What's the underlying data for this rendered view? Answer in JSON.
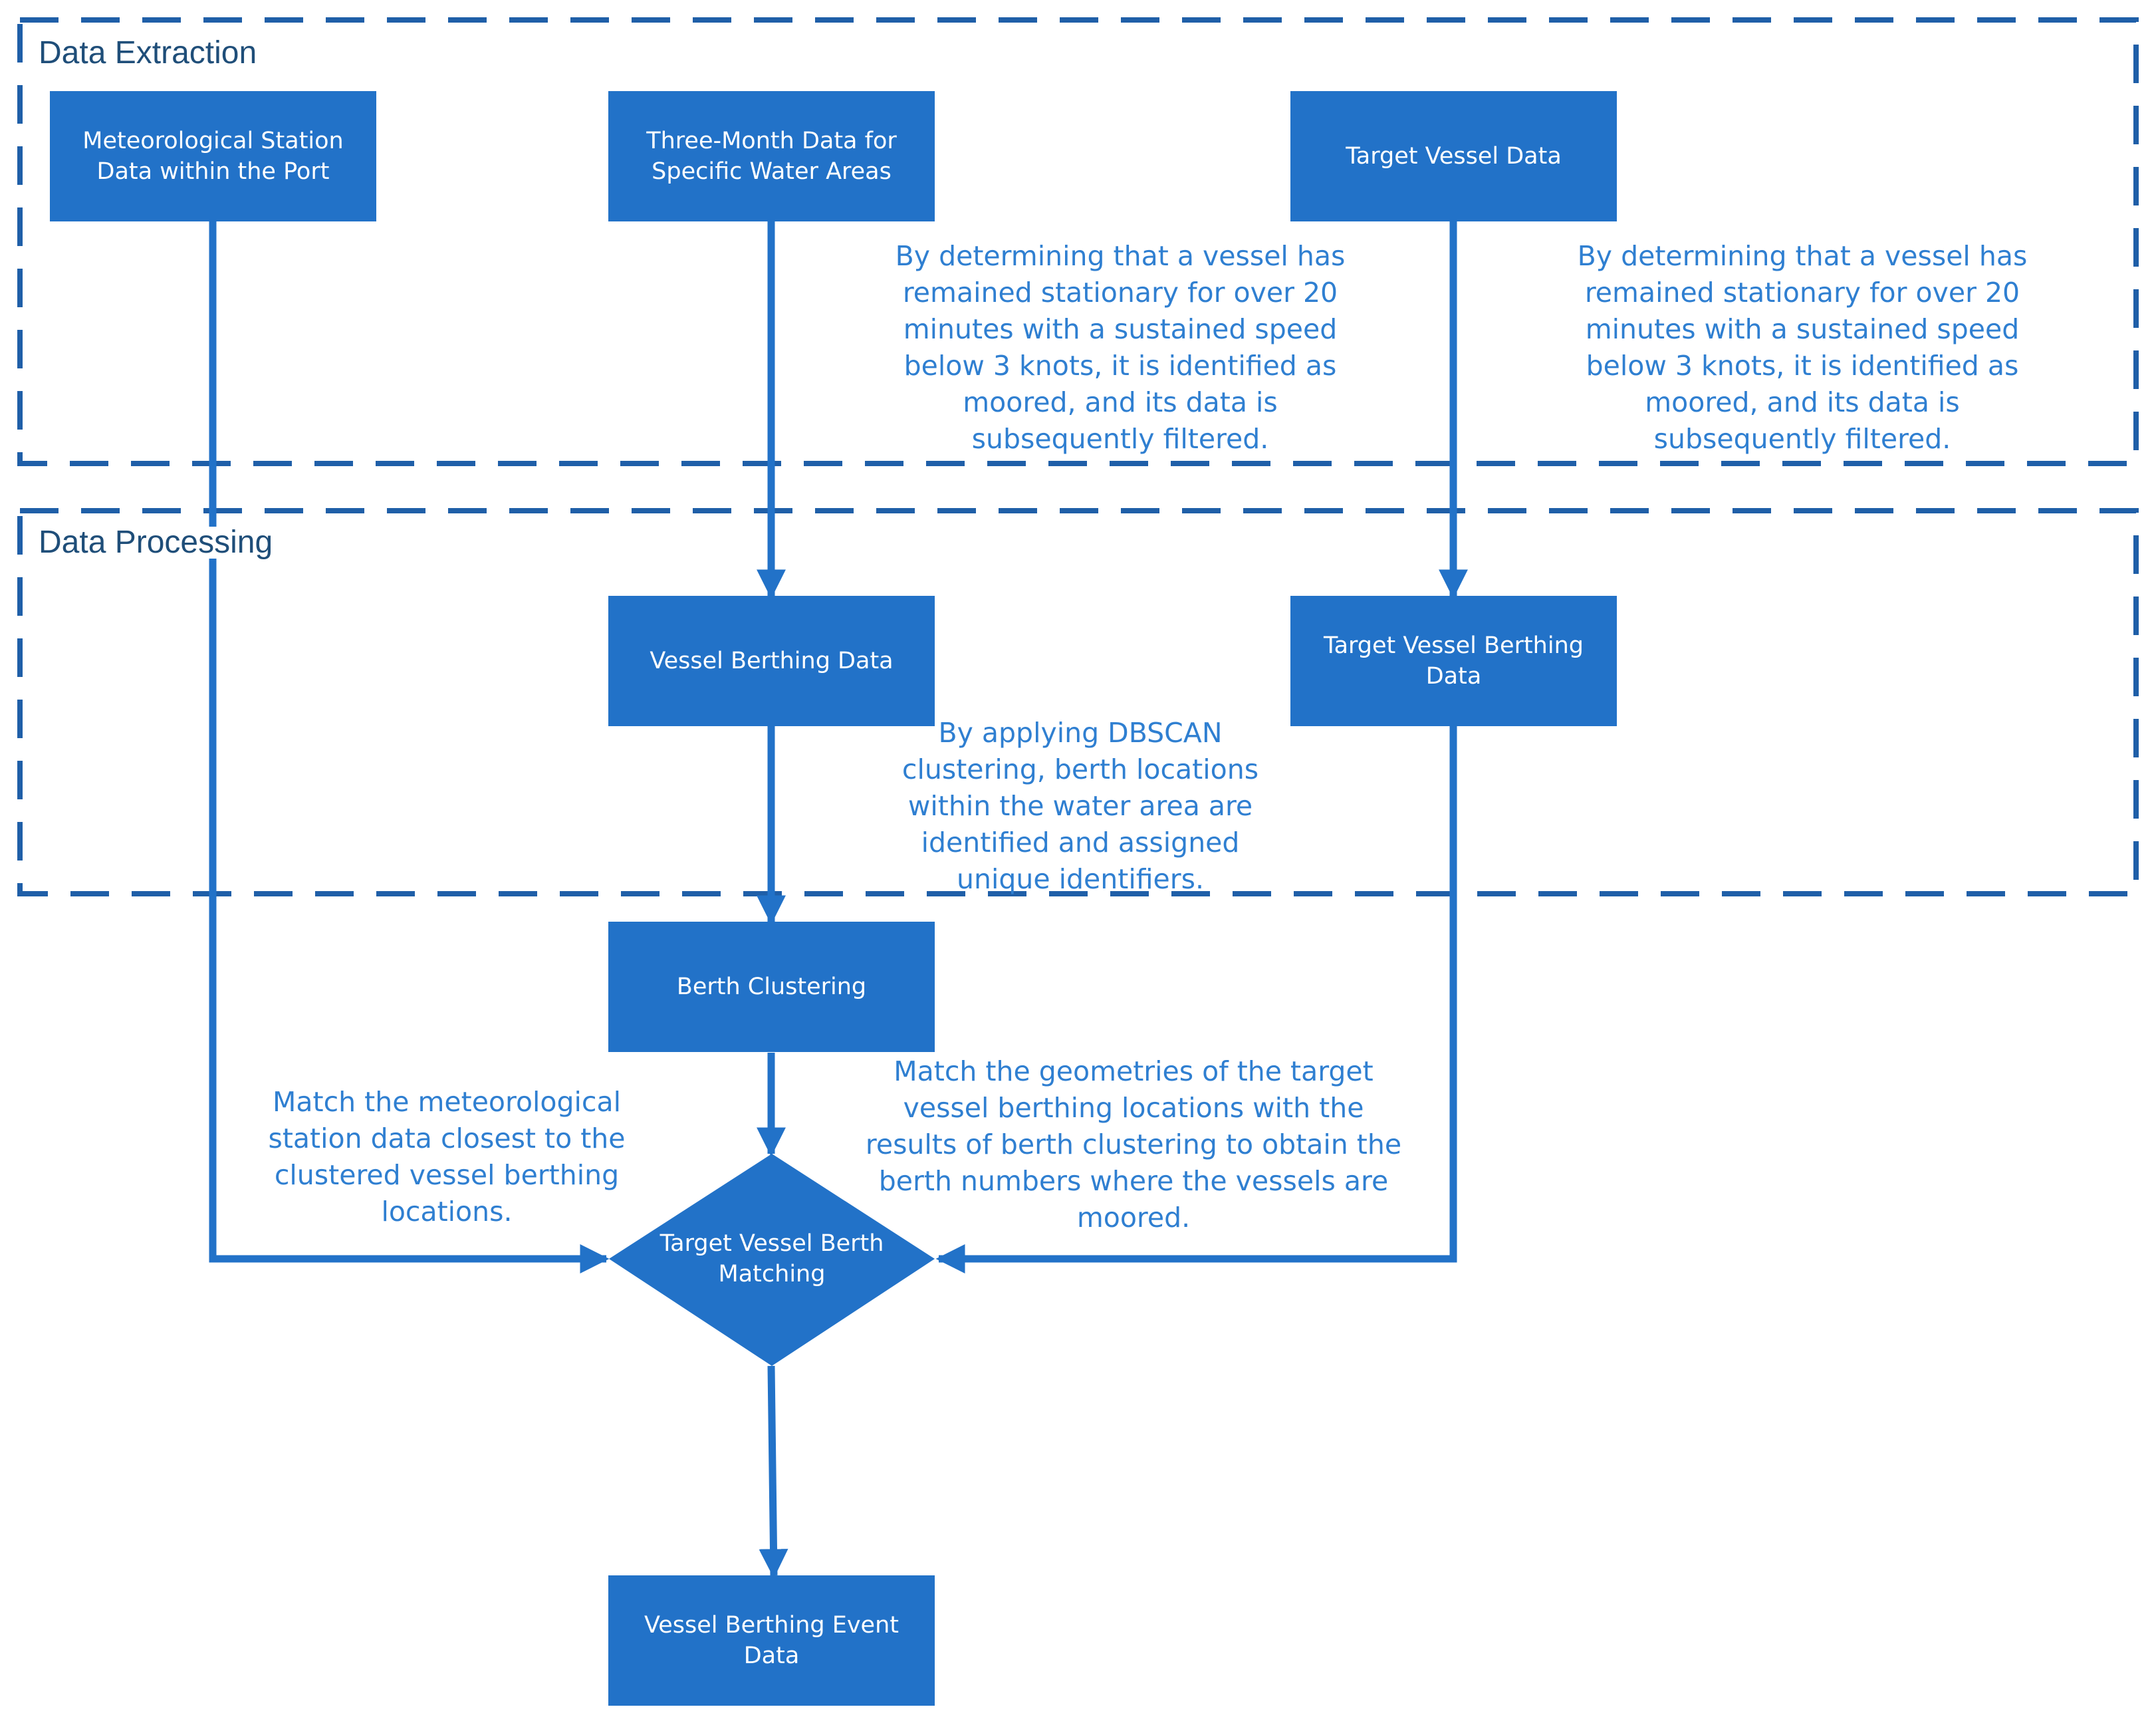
{
  "regions": {
    "extraction": "Data Extraction",
    "processing": "Data Processing"
  },
  "nodes": {
    "meteo": "Meteorological Station Data within the Port",
    "three_month": "Three-Month Data for Specific Water Areas",
    "target_vessel": "Target Vessel Data",
    "vessel_berthing": "Vessel Berthing Data",
    "target_berthing": "Target Vessel Berthing Data",
    "berth_clustering": "Berth Clustering",
    "matching": "Target Vessel Berth Matching",
    "event_data": "Vessel Berthing Event Data"
  },
  "notes": {
    "moored_filter_1": "By determining that a vessel has remained stationary for over 20 minutes with a sustained speed below 3 knots, it is identified as moored, and its data is subsequently filtered.",
    "moored_filter_2": "By determining that a vessel has remained stationary for over 20 minutes with a sustained speed below 3 knots, it is identified as moored, and its data is subsequently filtered.",
    "dbscan": "By applying DBSCAN clustering, berth locations within the water area are identified and assigned unique identifiers.",
    "meteo_match": "Match the meteorological station data closest to the clustered vessel berthing locations.",
    "geometry_match": "Match the geometries of the target vessel berthing locations with the results of berth clustering to obtain the berth numbers where the vessels are moored."
  },
  "colors": {
    "box_fill": "#2272c8",
    "connector": "#2272c8",
    "dashed_border": "#1f5fa8",
    "note_text": "#2f7fd1",
    "region_title": "#1f4e79"
  }
}
